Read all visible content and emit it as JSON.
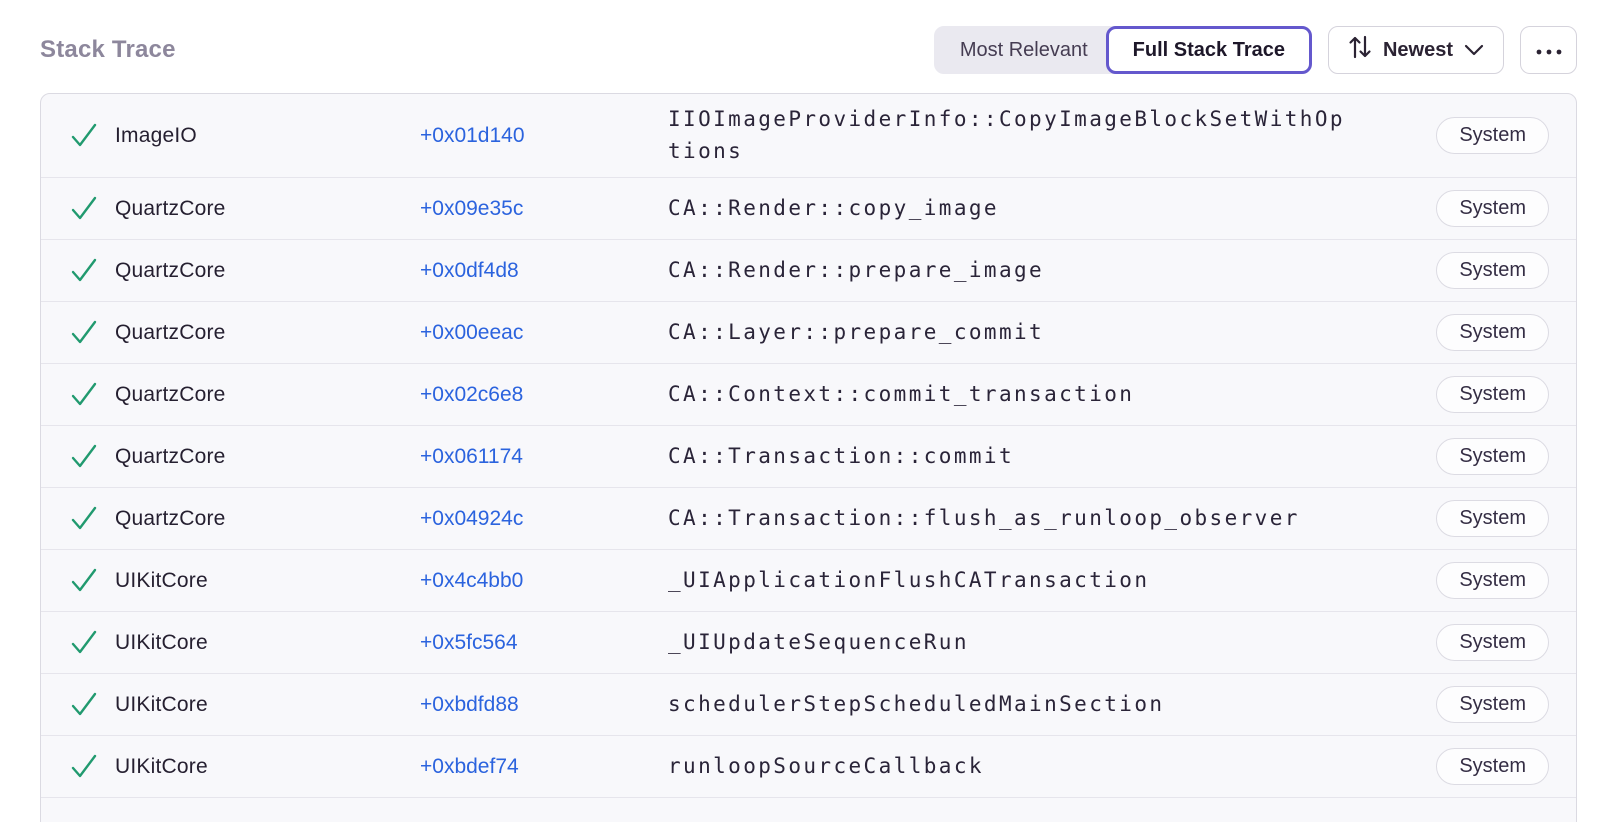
{
  "header": {
    "title": "Stack Trace"
  },
  "toolbar": {
    "view_toggle": [
      {
        "label": "Most Relevant",
        "selected": false
      },
      {
        "label": "Full Stack Trace",
        "selected": true
      }
    ],
    "sort_button": {
      "label": "Newest"
    }
  },
  "stack_frames": [
    {
      "module": "ImageIO",
      "offset": "+0x01d140",
      "function": "IIOImageProviderInfo::CopyImageBlockSetWithOptions",
      "origin": "System"
    },
    {
      "module": "QuartzCore",
      "offset": "+0x09e35c",
      "function": "CA::Render::copy_image",
      "origin": "System"
    },
    {
      "module": "QuartzCore",
      "offset": "+0x0df4d8",
      "function": "CA::Render::prepare_image",
      "origin": "System"
    },
    {
      "module": "QuartzCore",
      "offset": "+0x00eeac",
      "function": "CA::Layer::prepare_commit",
      "origin": "System"
    },
    {
      "module": "QuartzCore",
      "offset": "+0x02c6e8",
      "function": "CA::Context::commit_transaction",
      "origin": "System"
    },
    {
      "module": "QuartzCore",
      "offset": "+0x061174",
      "function": "CA::Transaction::commit",
      "origin": "System"
    },
    {
      "module": "QuartzCore",
      "offset": "+0x04924c",
      "function": "CA::Transaction::flush_as_runloop_observer",
      "origin": "System"
    },
    {
      "module": "UIKitCore",
      "offset": "+0x4c4bb0",
      "function": "_UIApplicationFlushCATransaction",
      "origin": "System"
    },
    {
      "module": "UIKitCore",
      "offset": "+0x5fc564",
      "function": "_UIUpdateSequenceRun",
      "origin": "System"
    },
    {
      "module": "UIKitCore",
      "offset": "+0xbdfd88",
      "function": "schedulerStepScheduledMainSection",
      "origin": "System"
    },
    {
      "module": "UIKitCore",
      "offset": "+0xbdef74",
      "function": "runloopSourceCallback",
      "origin": "System"
    }
  ],
  "colors": {
    "accent_purple": "#6458cd",
    "link_blue": "#2b63de",
    "check_green": "#219a6f",
    "title_gray": "#8d879c",
    "table_bg": "#f8f8fb",
    "table_border": "#dbdae2",
    "row_separator": "#e6e5ec",
    "segment_inactive_bg": "#eae9f0"
  }
}
